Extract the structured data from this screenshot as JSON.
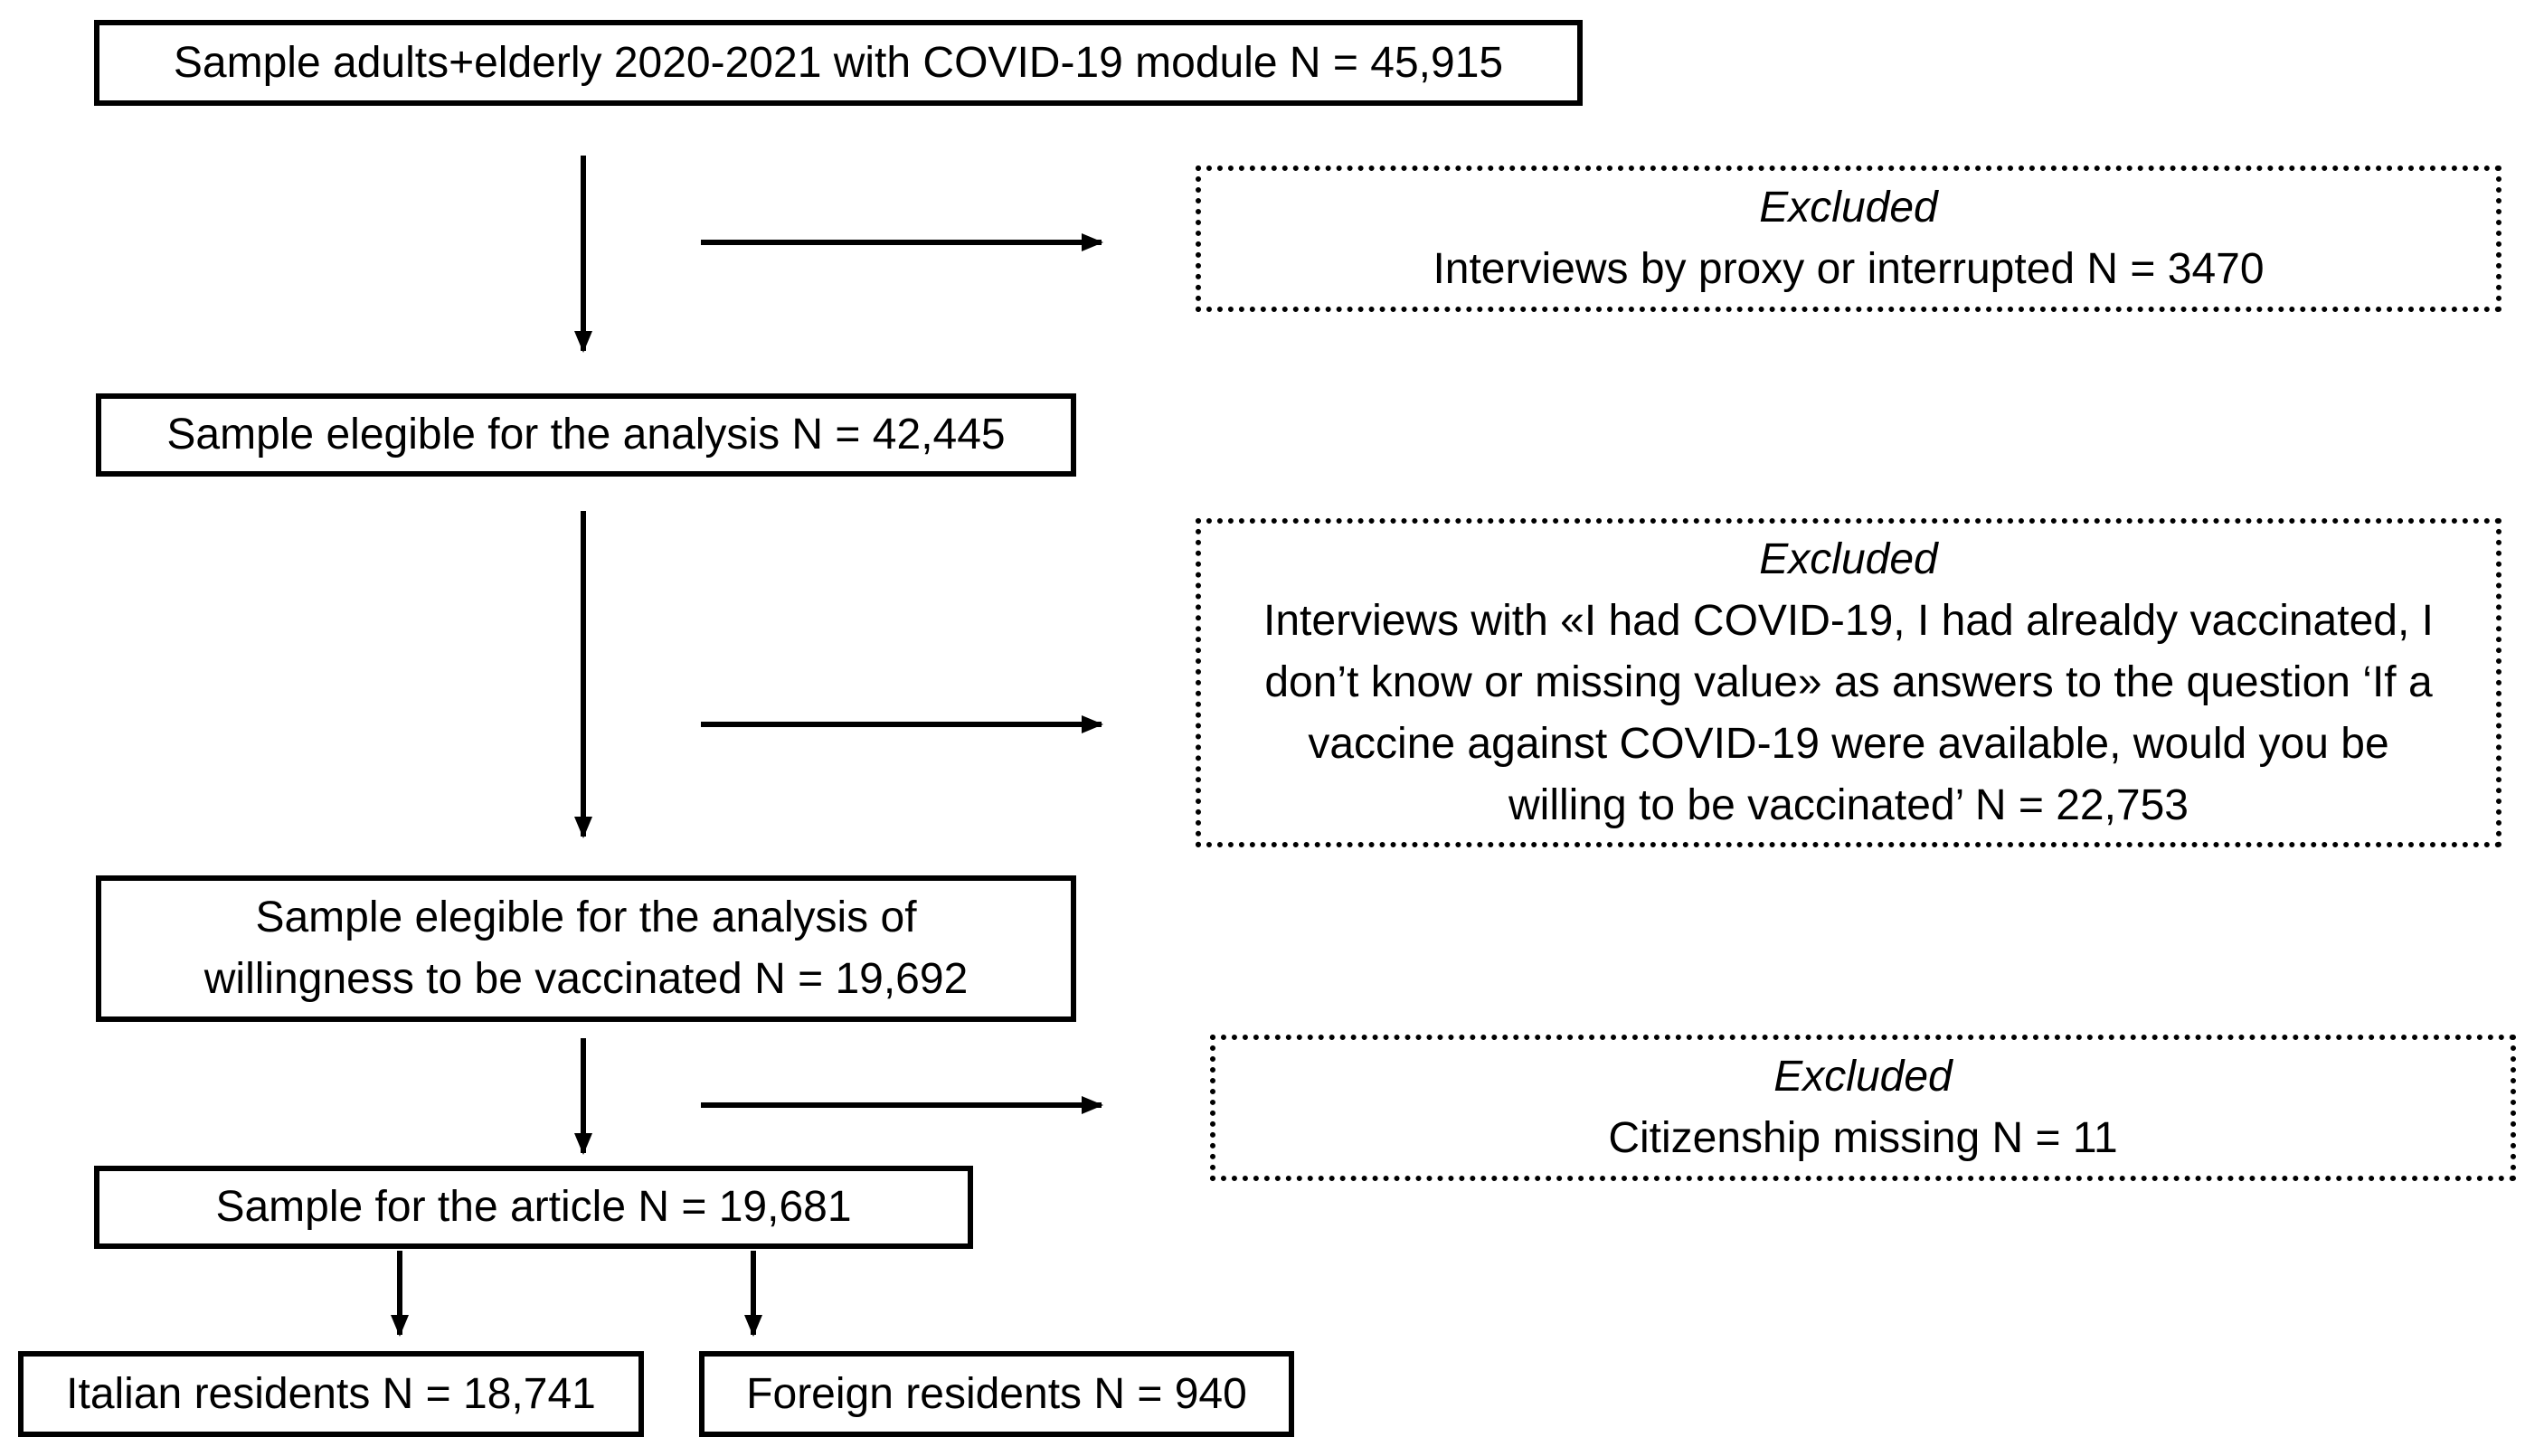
{
  "boxes": {
    "sample_total": "Sample adults+elderly 2020-2021 with COVID-19 module N = 45,915",
    "sample_eligible": "Sample elegible for the analysis N = 42,445",
    "sample_willingness": [
      "Sample elegible for the analysis of",
      "willingness to be vaccinated N = 19,692"
    ],
    "sample_article": "Sample for the article N = 19,681",
    "italian_residents": "Italian residents N = 18,741",
    "foreign_residents": "Foreign residents N = 940"
  },
  "exclusions": [
    {
      "heading": "Excluded",
      "lines": [
        "Interviews by proxy or interrupted N = 3470"
      ]
    },
    {
      "heading": "Excluded",
      "lines": [
        "Interviews with «I had COVID-19, I had alrealdy vaccinated, I",
        "don’t know or missing value» as answers to the question ‘If a",
        "vaccine against COVID-19 were available, would you be",
        "willing to be vaccinated’ N = 22,753"
      ]
    },
    {
      "heading": "Excluded",
      "lines": [
        "Citizenship missing N = 11"
      ]
    }
  ]
}
